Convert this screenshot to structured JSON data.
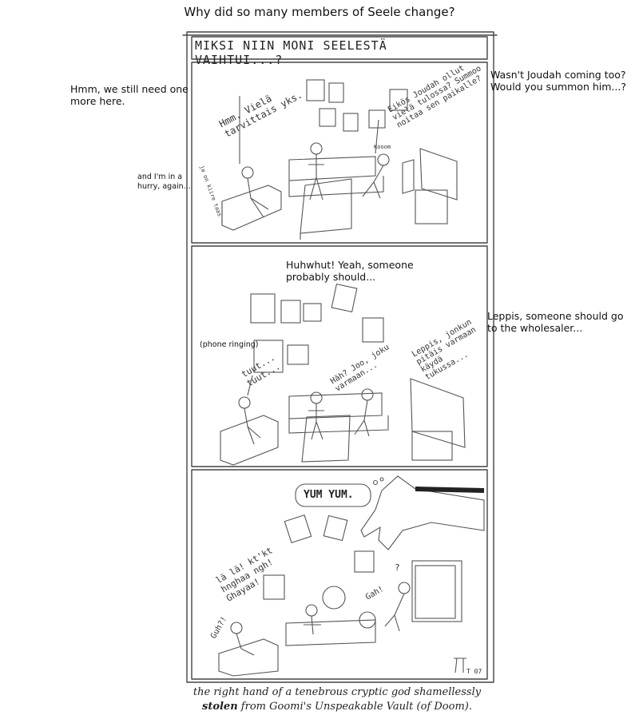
{
  "title": "Why did so many members of Seele change?",
  "comic_title": "MIKSI NIIN MONI SEELESTÄ VAIHTUI...?",
  "panel1": {
    "note_left": "Hmm, we still need one more here.",
    "note_left_small": "and I'm in a hurry, again...",
    "note_right": "Wasn't Joudah coming too? Would you summon him...?",
    "speech_a": "Hmm. Vielä tarvittais yks.",
    "speech_b": "Eikös Joudah ollut vielä tulossa? Summoo noitaa sen paikalle?",
    "speech_small": "ja on kiire taas",
    "speech_knock": "Kooom"
  },
  "panel2": {
    "note_top": "Huhwhut! Yeah, someone probably should...",
    "note_right": "Leppis, someone should go to the wholesaler...",
    "note_left_small": "(phone ringing)",
    "speech_a": "tuut... tuut...",
    "speech_b": "Häh? Joo, joku varmaan...",
    "speech_c": "Leppis, jonkun pitäis varmaan käydä tukussa..."
  },
  "panel3": {
    "speech_yum": "YUM YUM.",
    "speech_chant": "lä lä! kt'kt hnghaa ngh! Ghayaa!",
    "speech_a": "Guh?!",
    "speech_b": "Gah!",
    "speech_c": "?",
    "signature": "T 07"
  },
  "caption_line1": "the right hand of a tenebrous cryptic god shamellessly",
  "caption_bold": "stolen",
  "caption_line2": "from Goomi's Unspeakable Vault (of Doom)."
}
